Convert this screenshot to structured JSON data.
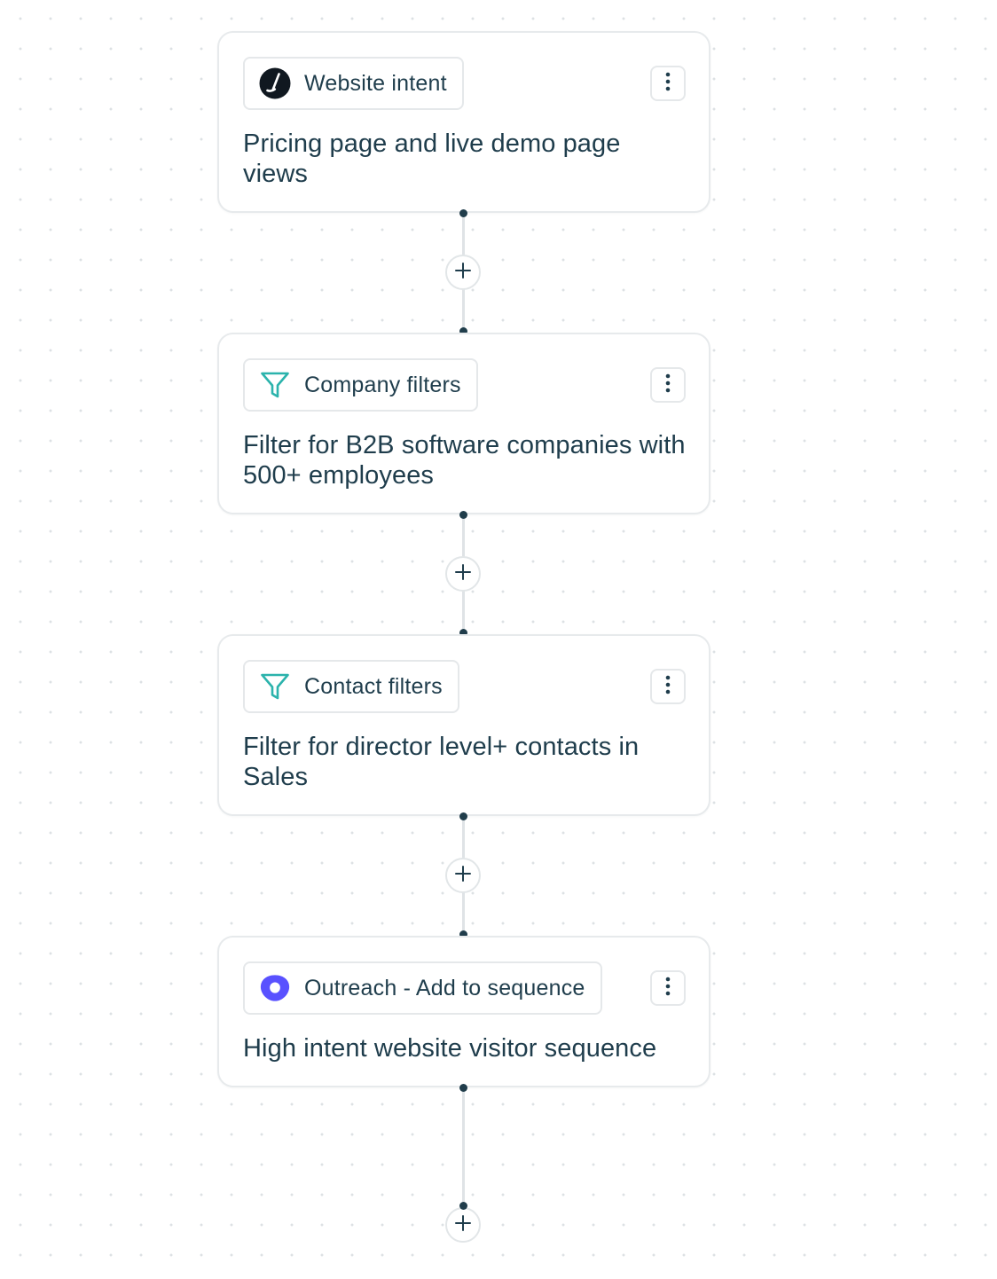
{
  "workflow": {
    "steps": [
      {
        "chip_label": "Website intent",
        "icon": "website-intent-logo-icon",
        "description": "Pricing page and live demo page views"
      },
      {
        "chip_label": "Company filters",
        "icon": "funnel-filter-icon",
        "description": "Filter for B2B software companies with 500+ employees"
      },
      {
        "chip_label": "Contact filters",
        "icon": "funnel-filter-icon",
        "description": "Filter for director level+ contacts in Sales"
      },
      {
        "chip_label": "Outreach - Add to sequence",
        "icon": "outreach-logo-icon",
        "description": "High intent website visitor sequence"
      }
    ],
    "add_step_icon": "plus-icon",
    "step_menu_icon": "vertical-dots-icon"
  },
  "colors": {
    "text": "#1f3d4c",
    "filter_icon": "#2bb3ac",
    "outreach_brand": "#5951ff",
    "connector_dot": "#203d4b",
    "connector_line": "#dfe3e6",
    "card_border": "#e7eaec"
  }
}
